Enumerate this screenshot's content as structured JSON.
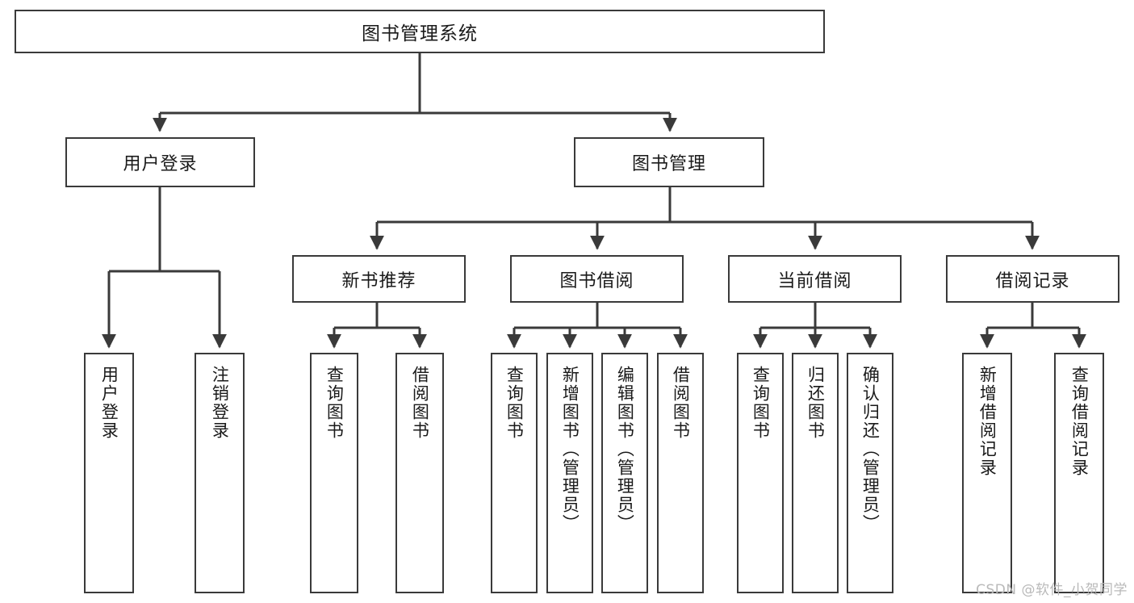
{
  "diagram": {
    "type": "tree-hierarchy",
    "title": "图书管理系统",
    "root": {
      "label": "图书管理系统"
    },
    "level2": [
      {
        "id": "user-login",
        "label": "用户登录"
      },
      {
        "id": "book-manage",
        "label": "图书管理"
      }
    ],
    "level3": [
      {
        "id": "new-book-recommend",
        "label": "新书推荐",
        "parent": "book-manage"
      },
      {
        "id": "book-borrow",
        "label": "图书借阅",
        "parent": "book-manage"
      },
      {
        "id": "current-borrow",
        "label": "当前借阅",
        "parent": "book-manage"
      },
      {
        "id": "borrow-record",
        "label": "借阅记录",
        "parent": "book-manage"
      }
    ],
    "leaves": [
      {
        "id": "leaf-user-login",
        "label": "用户登录",
        "parent": "user-login"
      },
      {
        "id": "leaf-logout-login",
        "label": "注销登录",
        "parent": "user-login"
      },
      {
        "id": "leaf-query-book-1",
        "label": "查询图书",
        "parent": "new-book-recommend"
      },
      {
        "id": "leaf-borrow-book-1",
        "label": "借阅图书",
        "parent": "new-book-recommend"
      },
      {
        "id": "leaf-query-book-2",
        "label": "查询图书",
        "parent": "book-borrow"
      },
      {
        "id": "leaf-add-book",
        "label": "新增图书（管理员）",
        "parent": "book-borrow"
      },
      {
        "id": "leaf-edit-book",
        "label": "编辑图书（管理员）",
        "parent": "book-borrow"
      },
      {
        "id": "leaf-borrow-book-2",
        "label": "借阅图书",
        "parent": "book-borrow"
      },
      {
        "id": "leaf-query-book-3",
        "label": "查询图书",
        "parent": "current-borrow"
      },
      {
        "id": "leaf-return-book",
        "label": "归还图书",
        "parent": "current-borrow"
      },
      {
        "id": "leaf-confirm-return",
        "label": "确认归还（管理员）",
        "parent": "current-borrow"
      },
      {
        "id": "leaf-add-record",
        "label": "新增借阅记录",
        "parent": "borrow-record"
      },
      {
        "id": "leaf-query-record",
        "label": "查询借阅记录",
        "parent": "borrow-record"
      }
    ],
    "watermark": "CSDN @软件_小贺同学",
    "colors": {
      "border": "#3a3a3a",
      "line": "#3a3a3a",
      "background": "#ffffff",
      "text": "#1a1a1a",
      "watermark": "#b9b9b9"
    }
  }
}
